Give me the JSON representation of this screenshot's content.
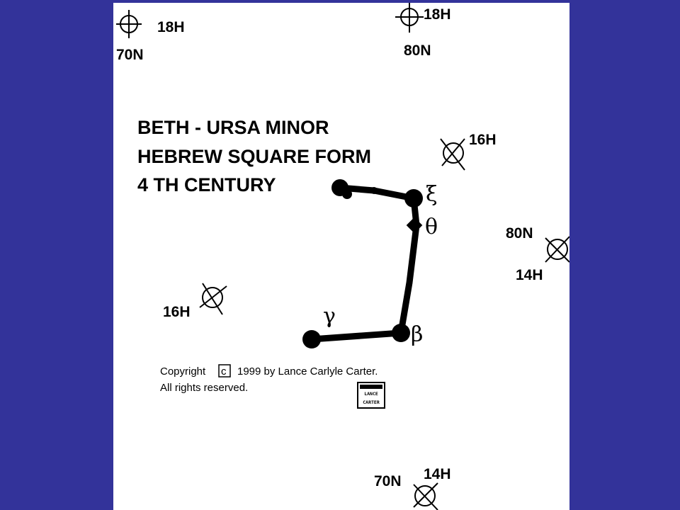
{
  "title_lines": [
    "BETH - URSA MINOR",
    "HEBREW SQUARE FORM",
    "4 TH CENTURY"
  ],
  "markers": [
    {
      "id": "m1",
      "hour": "18H",
      "dec": "70N",
      "style": "plus"
    },
    {
      "id": "m2",
      "hour": "18H",
      "dec": "80N",
      "style": "plus"
    },
    {
      "id": "m3",
      "hour": "16H",
      "style": "cross"
    },
    {
      "id": "m4",
      "hour": "14H",
      "dec": "80N",
      "style": "cross"
    },
    {
      "id": "m5",
      "hour": "16H",
      "style": "cross"
    },
    {
      "id": "m6",
      "hour": "14H",
      "dec": "70N",
      "style": "cross"
    }
  ],
  "stars": [
    {
      "id": "xi",
      "symbol": "ξ"
    },
    {
      "id": "theta",
      "symbol": "θ"
    },
    {
      "id": "beta",
      "symbol": "β"
    },
    {
      "id": "gamma",
      "symbol": "γ"
    }
  ],
  "copyright": {
    "line1_a": "Copyright",
    "symbol": "c",
    "line1_b": "1999 by Lance Carlyle Carter.",
    "line2": "All rights reserved."
  },
  "logo": {
    "lines": [
      "LANCE",
      "CARTER"
    ]
  }
}
